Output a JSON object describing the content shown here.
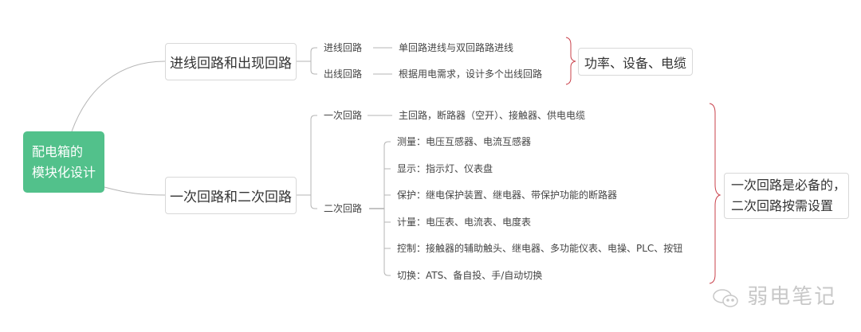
{
  "root": {
    "line1": "配电箱的",
    "line2": "模块化设计"
  },
  "branches": [
    {
      "label": "进线回路和出现回路",
      "children": [
        {
          "label": "进线回路",
          "detail": "单回路进线与双回路路进线"
        },
        {
          "label": "出线回路",
          "detail": "根据用电需求，设计多个出线回路"
        }
      ],
      "summary": "功率、设备、电缆"
    },
    {
      "label": "一次回路和二次回路",
      "children": [
        {
          "label": "一次回路",
          "detail": "主回路，断路器（空开）、接触器、供电电缆"
        },
        {
          "label": "二次回路"
        }
      ],
      "secondary_items": [
        "测量：电压互感器、电流互感器",
        "显示：指示灯、仪表盘",
        "保护：继电保护装置、继电器、带保护功能的断路器",
        "计量：电压表、电流表、电度表",
        "控制：接触器的辅助触头、继电器、多功能仪表、电操、PLC、按钮",
        "切换：ATS、备自投、手/自动切换"
      ],
      "summary_line1": "一次回路是必备的，",
      "summary_line2": "二次回路按需设置"
    }
  ],
  "watermark": "弱电笔记",
  "colors": {
    "root": "#52c18b",
    "brace": "#c9404a",
    "line": "#b5b5b5"
  }
}
